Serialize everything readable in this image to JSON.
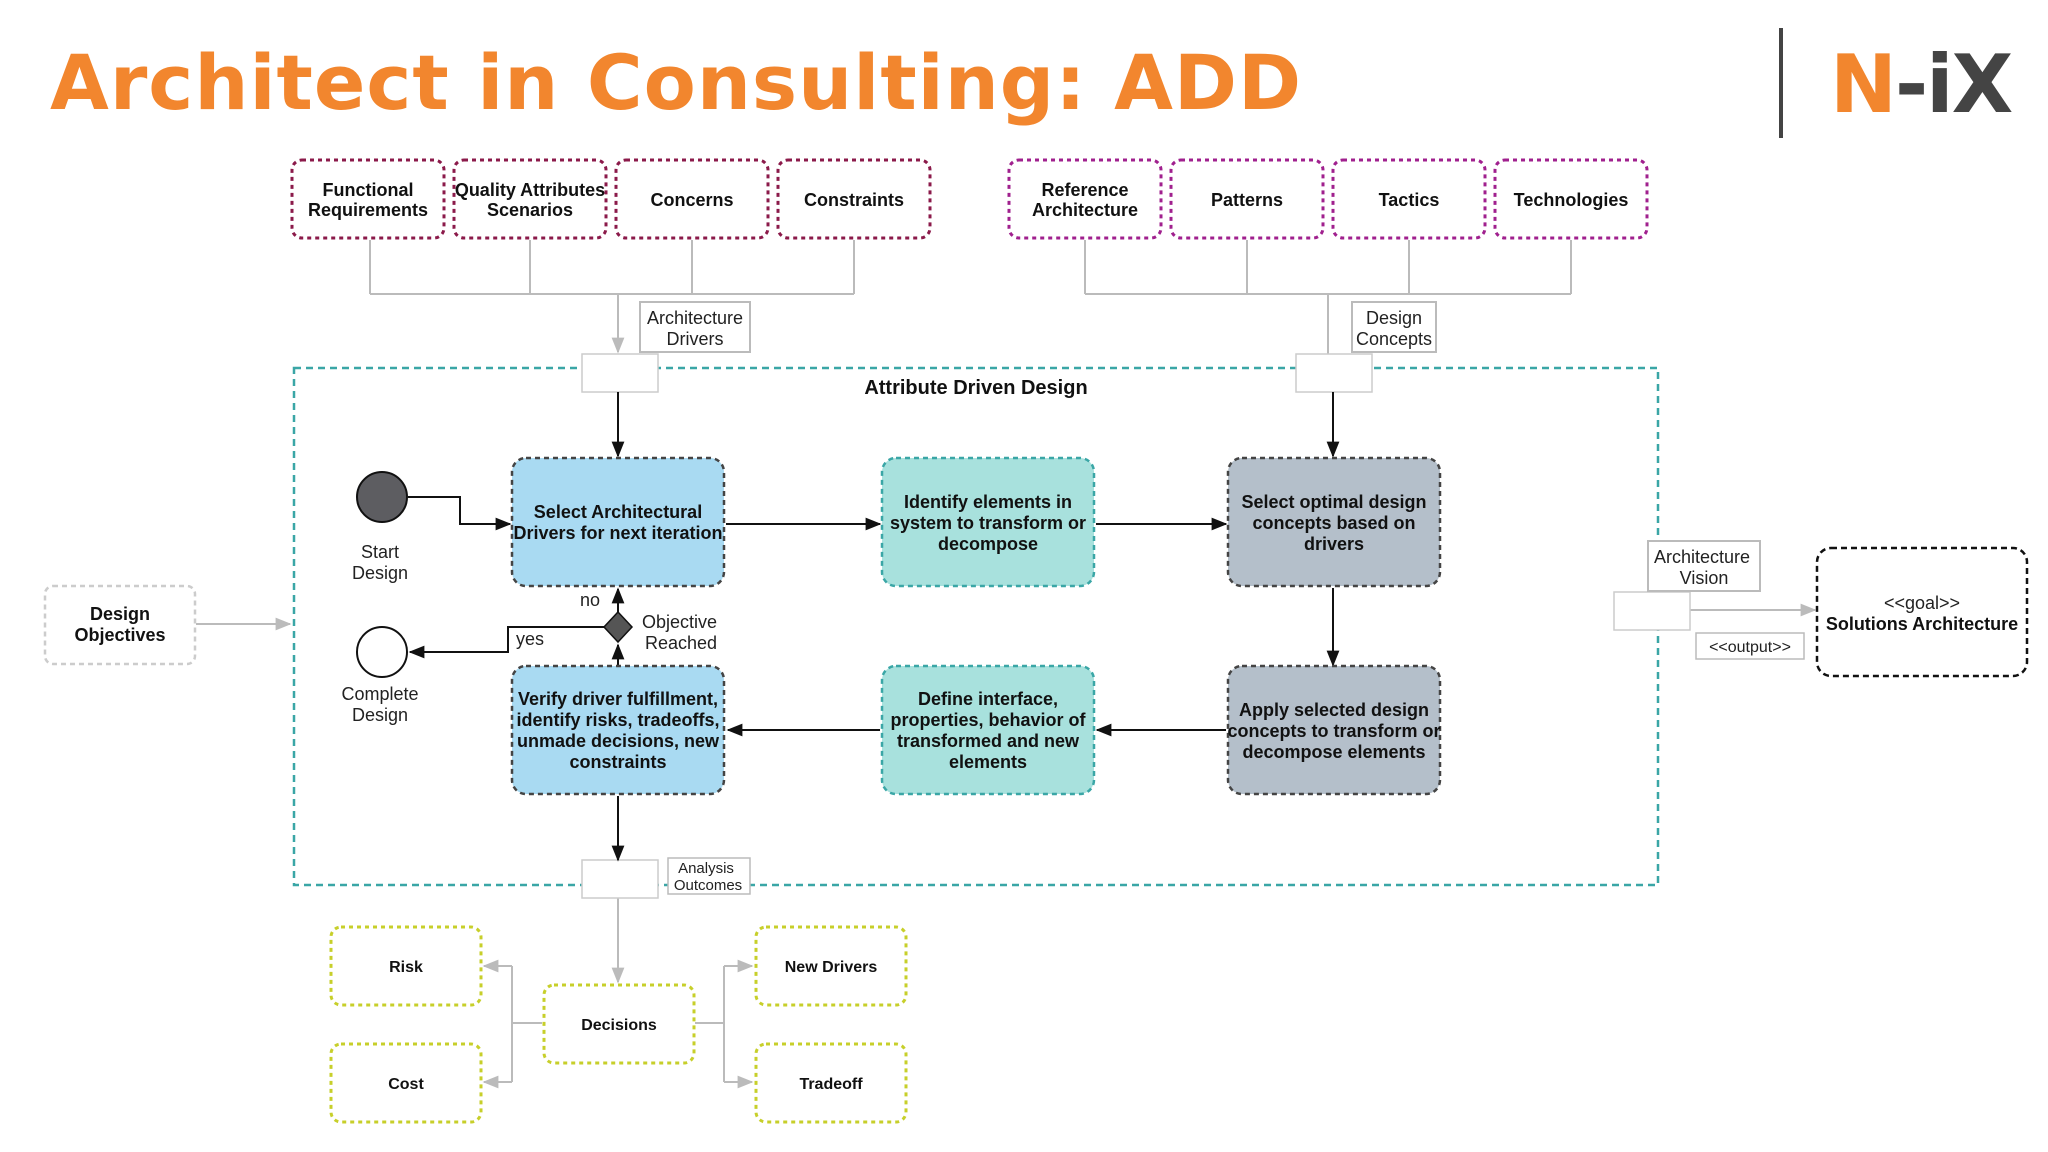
{
  "title": "Architect in Consulting: ADD",
  "logo": {
    "n": "N",
    "dash": "-",
    "ix": "iX"
  },
  "colors": {
    "accent": "#f2862e",
    "driver_border": "#8b1a4a",
    "concept_border": "#a0208e",
    "adb_border": "#3aa6a6",
    "outcome_border": "#c7cf2a"
  },
  "drivers": {
    "functional": [
      "Functional",
      "Requirements"
    ],
    "quality": [
      "Quality Attributes",
      "Scenarios"
    ],
    "concerns": "Concerns",
    "constraints": "Constraints",
    "label": [
      "Architecture",
      "Drivers"
    ]
  },
  "concepts": {
    "reference": [
      "Reference",
      "Architecture"
    ],
    "patterns": "Patterns",
    "tactics": "Tactics",
    "technologies": "Technologies",
    "label": [
      "Design",
      "Concepts"
    ]
  },
  "adb": {
    "title": "Attribute Driven Design",
    "select_drivers": [
      "Select Architectural",
      "Drivers for next iteration"
    ],
    "identify": [
      "Identify elements in",
      "system to transform or",
      "decompose"
    ],
    "select_concepts": [
      "Select optimal design",
      "concepts based on",
      "drivers"
    ],
    "apply": [
      "Apply selected design",
      "concepts to transform or",
      "decompose elements"
    ],
    "define": [
      "Define interface,",
      "properties, behavior of",
      "transformed and new",
      "elements"
    ],
    "verify": [
      "Verify driver fulfillment,",
      "identify risks, tradeoffs,",
      "unmade decisions, new",
      "constraints"
    ],
    "start": [
      "Start",
      "Design"
    ],
    "complete": [
      "Complete",
      "Design"
    ],
    "objective": [
      "Objective",
      "Reached"
    ],
    "no": "no",
    "yes": "yes"
  },
  "design_objectives": [
    "Design",
    "Objectives"
  ],
  "architecture_vision": [
    "Architecture",
    "Vision"
  ],
  "output_label": "<<output>>",
  "goal": {
    "stereotype": "<<goal>>",
    "name": "Solutions Architecture"
  },
  "analysis": {
    "label": [
      "Analysis",
      "Outcomes"
    ],
    "decisions": "Decisions",
    "risk": "Risk",
    "cost": "Cost",
    "new_drivers": "New Drivers",
    "tradeoff": "Tradeoff"
  }
}
